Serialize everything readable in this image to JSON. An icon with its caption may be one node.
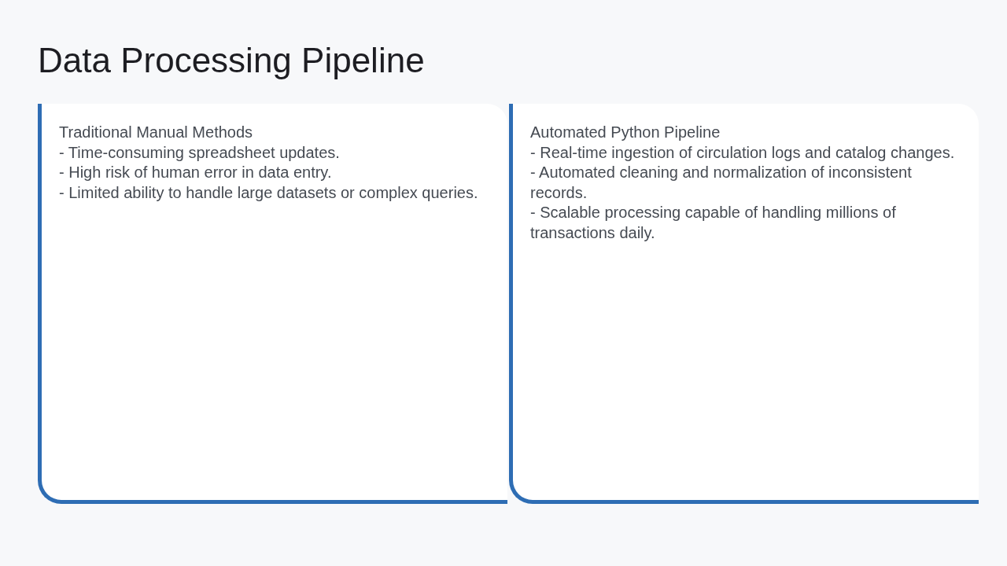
{
  "diagram": {
    "title": "Data Processing Pipeline",
    "nodes": [
      {
        "text": [
          "Traditional Manual Methods",
          "- Time-consuming spreadsheet updates.",
          "- High risk of human error in data entry.",
          "- Limited ability to handle large datasets or complex queries."
        ]
      },
      {
        "text": [
          "Automated Python Pipeline",
          "- Real-time ingestion of circulation logs and catalog changes.",
          "- Automated cleaning and normalization of inconsistent records.",
          "- Scalable processing capable of handling millions of transactions daily."
        ]
      }
    ],
    "edges": []
  }
}
